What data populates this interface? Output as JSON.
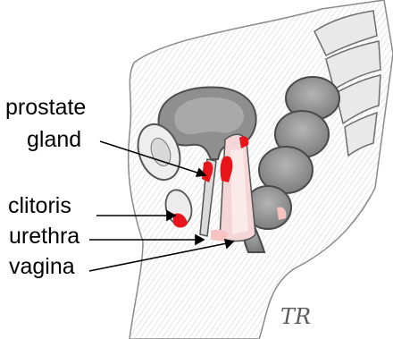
{
  "labels": {
    "prostate": "prostate",
    "gland": "gland",
    "clitoris": "clitoris",
    "urethra": "urethra",
    "vagina": "vagina"
  },
  "signature": "TR",
  "colors": {
    "highlight": "#e8141b",
    "pale_highlight": "#f6c2c2",
    "tissue": "#c8c8c8",
    "outline": "#6e6e6e"
  }
}
